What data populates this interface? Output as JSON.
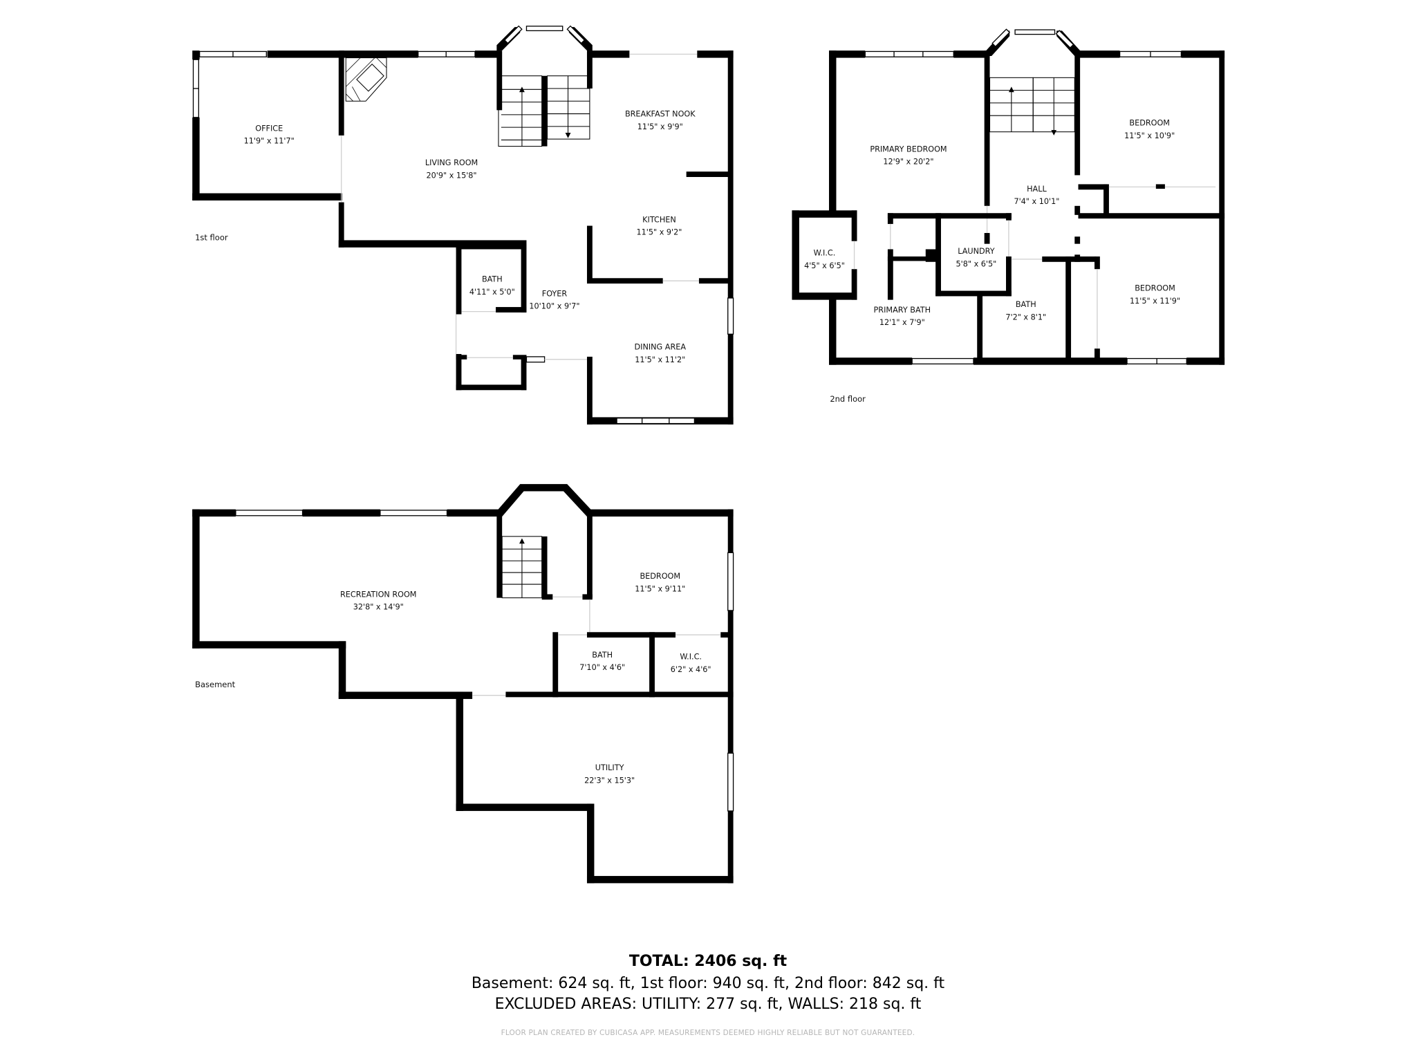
{
  "floors": {
    "first": {
      "label": "1st floor",
      "rooms": [
        {
          "name": "OFFICE",
          "dims": "11'9\" x 11'7\""
        },
        {
          "name": "LIVING ROOM",
          "dims": "20'9\" x 15'8\""
        },
        {
          "name": "BREAKFAST NOOK",
          "dims": "11'5\" x 9'9\""
        },
        {
          "name": "KITCHEN",
          "dims": "11'5\" x 9'2\""
        },
        {
          "name": "BATH",
          "dims": "4'11\" x 5'0\""
        },
        {
          "name": "FOYER",
          "dims": "10'10\" x 9'7\""
        },
        {
          "name": "DINING AREA",
          "dims": "11'5\" x 11'2\""
        }
      ]
    },
    "second": {
      "label": "2nd floor",
      "rooms": [
        {
          "name": "PRIMARY BEDROOM",
          "dims": "12'9\" x 20'2\""
        },
        {
          "name": "BEDROOM",
          "dims": "11'5\" x 10'9\""
        },
        {
          "name": "HALL",
          "dims": "7'4\" x 10'1\""
        },
        {
          "name": "W.I.C.",
          "dims": "4'5\" x 6'5\""
        },
        {
          "name": "LAUNDRY",
          "dims": "5'8\" x 6'5\""
        },
        {
          "name": "BEDROOM",
          "dims": "11'5\" x 11'9\""
        },
        {
          "name": "PRIMARY BATH",
          "dims": "12'1\" x 7'9\""
        },
        {
          "name": "BATH",
          "dims": "7'2\" x 8'1\""
        }
      ]
    },
    "basement": {
      "label": "Basement",
      "rooms": [
        {
          "name": "RECREATION ROOM",
          "dims": "32'8\" x 14'9\""
        },
        {
          "name": "BEDROOM",
          "dims": "11'5\" x 9'11\""
        },
        {
          "name": "BATH",
          "dims": "7'10\" x 4'6\""
        },
        {
          "name": "W.I.C.",
          "dims": "6'2\" x 4'6\""
        },
        {
          "name": "UTILITY",
          "dims": "22'3\" x 15'3\""
        }
      ]
    }
  },
  "summary": {
    "total": "TOTAL: 2406 sq. ft",
    "breakdown": "Basement: 624 sq. ft, 1st floor: 940 sq. ft, 2nd floor: 842 sq. ft",
    "excluded": "EXCLUDED AREAS: UTILITY: 277 sq. ft, WALLS: 218 sq. ft",
    "disclaimer": "FLOOR PLAN CREATED BY CUBICASA APP. MEASUREMENTS DEEMED HIGHLY RELIABLE BUT NOT GUARANTEED."
  },
  "colors": {
    "wall": "#000000",
    "background": "#ffffff",
    "disclaimer": "#b5b5b5"
  }
}
